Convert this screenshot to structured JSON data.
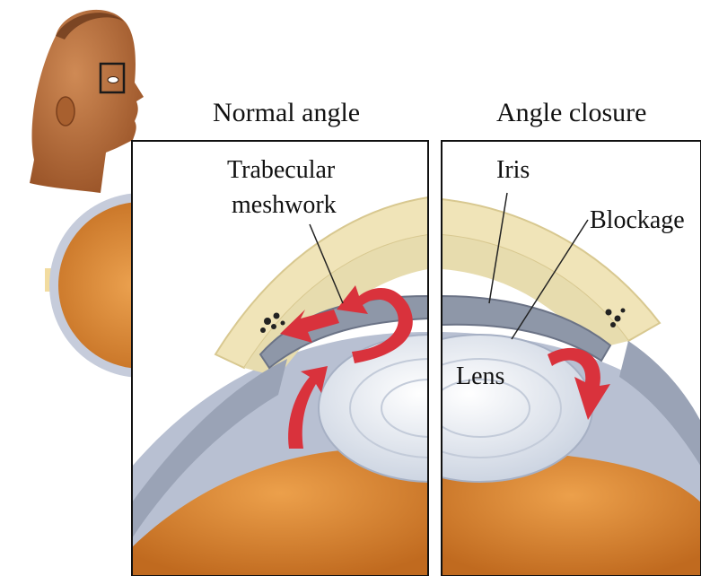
{
  "panels": {
    "normal": {
      "title": "Normal angle"
    },
    "closure": {
      "title": "Angle closure"
    }
  },
  "labels": {
    "trabecular_line1": "Trabecular",
    "trabecular_line2": "meshwork",
    "iris": "Iris",
    "blockage": "Blockage",
    "lens": "Lens"
  },
  "colors": {
    "skin": "#b86f3f",
    "cornea": "#f0e4b8",
    "sclera": "#c3cad8",
    "iris_tissue": "#8e97a8",
    "lens": "#e9edf4",
    "vitreous": "#d58430",
    "flow_arrow": "#d9323c",
    "frame": "#111111"
  }
}
